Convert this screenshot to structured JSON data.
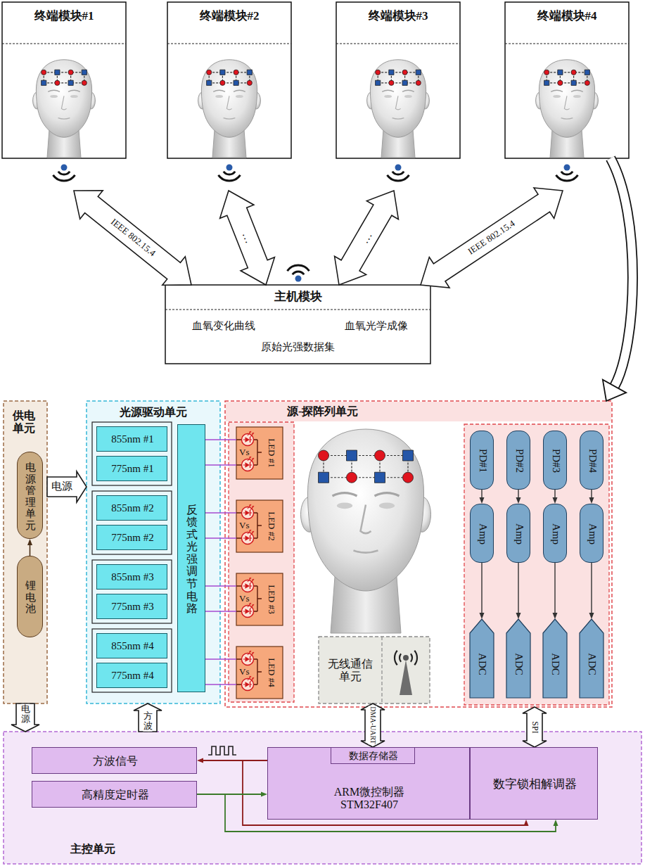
{
  "diagram": {
    "nodes": [
      {
        "text": [
          "终端模块#1"
        ]
      },
      {
        "text": [
          "终端模块#2"
        ]
      },
      {
        "text": [
          "终端模块#3"
        ]
      },
      {
        "text": [
          "终端模块#4"
        ]
      },
      {
        "text": [
          "主机模块",
          "血氧变化曲线",
          "血氧光学成像",
          "原始光强数据集"
        ]
      },
      {
        "text": [
          "供电单元"
        ]
      },
      {
        "text": [
          "电源管理单元"
        ],
        "in": 5
      },
      {
        "text": [
          "锂电池"
        ],
        "in": 5
      },
      {
        "text": [
          "光源驱动单元"
        ]
      },
      {
        "text": [
          "855nm #1"
        ],
        "in": 8
      },
      {
        "text": [
          "775nm #1"
        ],
        "in": 8
      },
      {
        "text": [
          "855nm #2"
        ],
        "in": 8
      },
      {
        "text": [
          "775nm #2"
        ],
        "in": 8
      },
      {
        "text": [
          "855nm #3"
        ],
        "in": 8
      },
      {
        "text": [
          "775nm #3"
        ],
        "in": 8
      },
      {
        "text": [
          "855nm #4"
        ],
        "in": 8
      },
      {
        "text": [
          "775nm #4"
        ],
        "in": 8
      },
      {
        "text": [
          "反馈式光强调节电路"
        ],
        "in": 8
      },
      {
        "text": [
          "源-探阵列单元"
        ]
      },
      {
        "text": [
          "Vs",
          "LED #1"
        ],
        "in": 18
      },
      {
        "text": [
          "Vs",
          "LED #2"
        ],
        "in": 18
      },
      {
        "text": [
          "Vs",
          "LED #3"
        ],
        "in": 18
      },
      {
        "text": [
          "Vs",
          "LED #4"
        ],
        "in": 18
      },
      {
        "text": [
          "PD#1"
        ],
        "in": 18
      },
      {
        "text": [
          "PD#2"
        ],
        "in": 18
      },
      {
        "text": [
          "PD#3"
        ],
        "in": 18
      },
      {
        "text": [
          "PD#4"
        ],
        "in": 18
      },
      {
        "text": [
          "Amp"
        ],
        "in": 18
      },
      {
        "text": [
          "Amp"
        ],
        "in": 18
      },
      {
        "text": [
          "Amp"
        ],
        "in": 18
      },
      {
        "text": [
          "Amp"
        ],
        "in": 18
      },
      {
        "text": [
          "ADC"
        ],
        "in": 18
      },
      {
        "text": [
          "ADC"
        ],
        "in": 18
      },
      {
        "text": [
          "ADC"
        ],
        "in": 18
      },
      {
        "text": [
          "ADC"
        ],
        "in": 18
      },
      {
        "text": [
          "无线通信单元"
        ],
        "in": 18
      },
      {
        "text": [
          "主控单元"
        ]
      },
      {
        "text": [
          "方波信号"
        ],
        "in": 36
      },
      {
        "text": [
          "高精度定时器"
        ],
        "in": 36
      },
      {
        "text": [
          "ARM微控制器 STM32F407"
        ],
        "in": 36
      },
      {
        "text": [
          "数据存储器"
        ],
        "in": 39
      },
      {
        "text": [
          "数字锁相解调器"
        ],
        "in": 36
      }
    ],
    "edges": [
      {
        "from": 0,
        "to": 4,
        "arrow": "both",
        "label": "IEEE 802.15.4"
      },
      {
        "from": 1,
        "to": 4,
        "arrow": "both",
        "label": "…"
      },
      {
        "from": 2,
        "to": 4,
        "arrow": "both",
        "label": "…"
      },
      {
        "from": 3,
        "to": 4,
        "arrow": "both",
        "label": "IEEE 802.15.4"
      },
      {
        "from": 3,
        "to": 18,
        "arrow": "to"
      },
      {
        "from": 7,
        "to": 6,
        "arrow": "to"
      },
      {
        "from": 5,
        "to": 8,
        "arrow": "to",
        "label": "电源"
      },
      {
        "from": 5,
        "to": 36,
        "arrow": "to",
        "label": "电源"
      },
      {
        "from": 17,
        "to": 19,
        "arrow": "none"
      },
      {
        "from": 17,
        "to": 19,
        "arrow": "none"
      },
      {
        "from": 17,
        "to": 20,
        "arrow": "none"
      },
      {
        "from": 17,
        "to": 20,
        "arrow": "none"
      },
      {
        "from": 17,
        "to": 21,
        "arrow": "none"
      },
      {
        "from": 17,
        "to": 21,
        "arrow": "none"
      },
      {
        "from": 17,
        "to": 22,
        "arrow": "none"
      },
      {
        "from": 17,
        "to": 22,
        "arrow": "none"
      },
      {
        "from": 23,
        "to": 27,
        "arrow": "to"
      },
      {
        "from": 24,
        "to": 28,
        "arrow": "to"
      },
      {
        "from": 25,
        "to": 29,
        "arrow": "to"
      },
      {
        "from": 26,
        "to": 30,
        "arrow": "to"
      },
      {
        "from": 27,
        "to": 31,
        "arrow": "to"
      },
      {
        "from": 28,
        "to": 32,
        "arrow": "to"
      },
      {
        "from": 29,
        "to": 33,
        "arrow": "to"
      },
      {
        "from": 30,
        "to": 34,
        "arrow": "to"
      },
      {
        "from": 36,
        "to": 8,
        "arrow": "to",
        "label": "方波"
      },
      {
        "from": 35,
        "to": 40,
        "arrow": "both",
        "label": "DMA-UART"
      },
      {
        "from": 18,
        "to": 41,
        "arrow": "both",
        "label": "SPI"
      },
      {
        "from": 39,
        "to": 37,
        "arrow": "to"
      },
      {
        "from": 39,
        "to": 41,
        "arrow": "to"
      },
      {
        "from": 38,
        "to": 39,
        "arrow": "to"
      },
      {
        "from": 38,
        "to": 41,
        "arrow": "to"
      }
    ]
  }
}
